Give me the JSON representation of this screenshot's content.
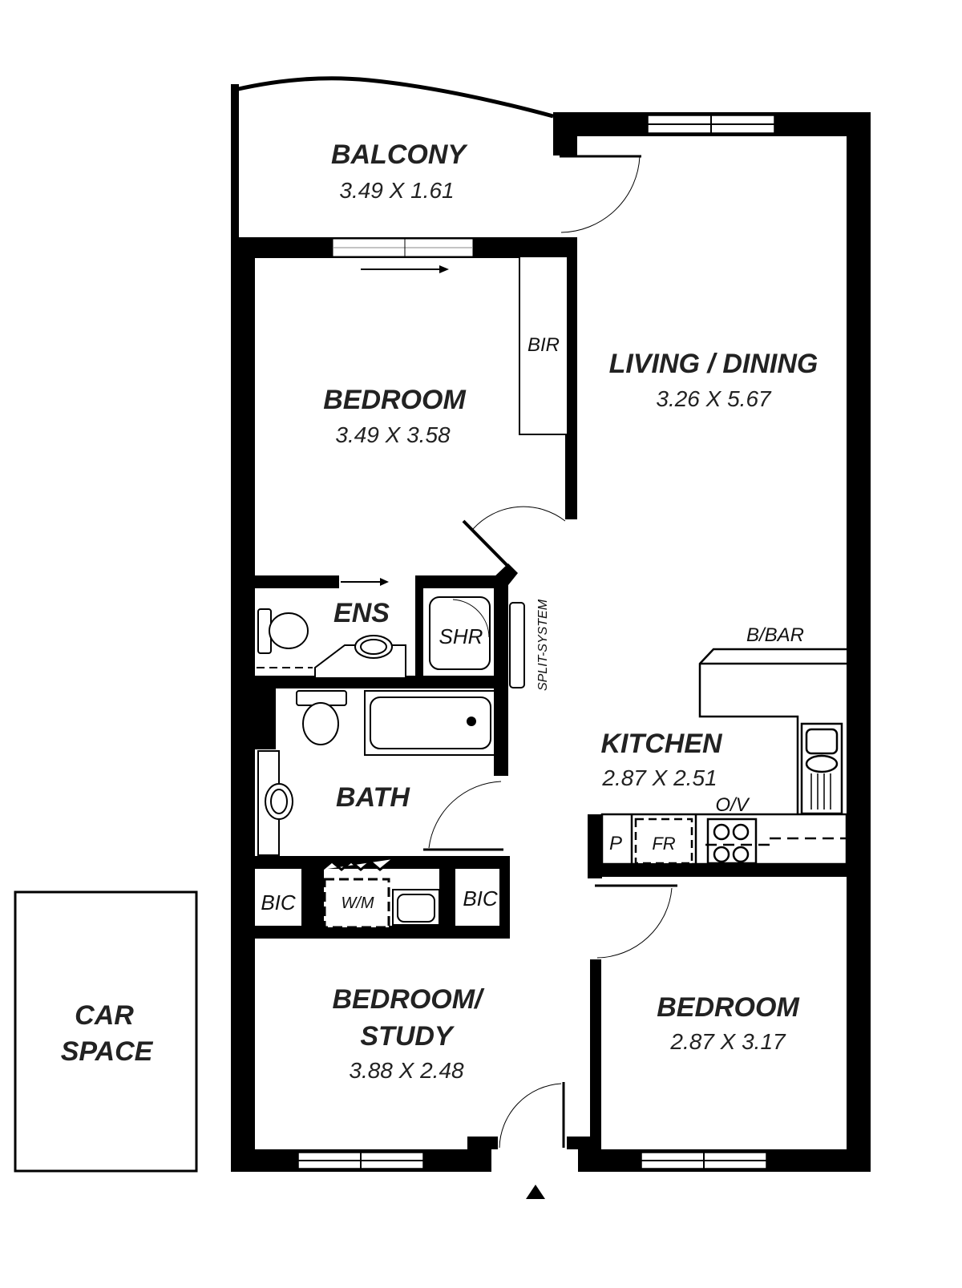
{
  "plan": {
    "wall_color": "#000000",
    "background": "#ffffff",
    "rooms": [
      {
        "id": "balcony",
        "name": "BALCONY",
        "dimensions": "3.49 X 1.61"
      },
      {
        "id": "bedroom-1",
        "name": "BEDROOM",
        "dimensions": "3.49 X 3.58"
      },
      {
        "id": "living-dining",
        "name": "LIVING / DINING",
        "dimensions": "3.26 X 5.67"
      },
      {
        "id": "ensuite",
        "name": "ENS",
        "dimensions": ""
      },
      {
        "id": "bath",
        "name": "BATH",
        "dimensions": ""
      },
      {
        "id": "kitchen",
        "name": "KITCHEN",
        "dimensions": "2.87 X 2.51"
      },
      {
        "id": "bedroom-study",
        "name_line1": "BEDROOM/",
        "name_line2": "STUDY",
        "dimensions": "3.88 X 2.48"
      },
      {
        "id": "bedroom-2",
        "name": "BEDROOM",
        "dimensions": "2.87 X 3.17"
      }
    ],
    "fixtures": {
      "bir": "BIR",
      "shower": "SHR",
      "split_system": "SPLIT-SYSTEM",
      "breakfast_bar": "B/BAR",
      "oven": "O/V",
      "pantry": "P",
      "fridge": "FR",
      "washing_machine": "W/M",
      "bic_left": "BIC",
      "bic_right": "BIC"
    },
    "car_space": {
      "line1": "CAR",
      "line2": "SPACE"
    }
  }
}
